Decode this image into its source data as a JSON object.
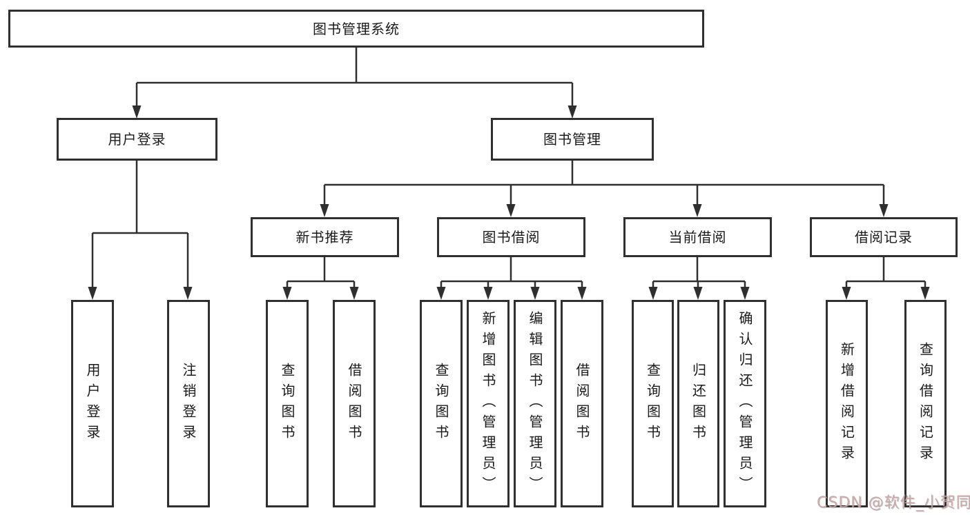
{
  "diagram_title": "图书管理系统",
  "tree": {
    "label": "图书管理系统",
    "children": [
      {
        "label": "用户登录",
        "children": [
          {
            "label": "用户登录"
          },
          {
            "label": "注销登录"
          }
        ]
      },
      {
        "label": "图书管理",
        "children": [
          {
            "label": "新书推荐",
            "children": [
              {
                "label": "查询图书"
              },
              {
                "label": "借阅图书"
              }
            ]
          },
          {
            "label": "图书借阅",
            "children": [
              {
                "label": "查询图书"
              },
              {
                "label": "新增图书（管理员）"
              },
              {
                "label": "编辑图书（管理员）"
              },
              {
                "label": "借阅图书"
              }
            ]
          },
          {
            "label": "当前借阅",
            "children": [
              {
                "label": "查询图书"
              },
              {
                "label": "归还图书"
              },
              {
                "label": "确认归还（管理员）"
              }
            ]
          },
          {
            "label": "借阅记录",
            "children": [
              {
                "label": "新增借阅记录"
              },
              {
                "label": "查询借阅记录"
              }
            ]
          }
        ]
      }
    ]
  },
  "watermark": {
    "text": "CSDN @软件_小贺同学",
    "color": "#c9a5a5"
  },
  "colors": {
    "line": "#2f2f2f",
    "box_border": "#2f2f2f",
    "box_fill": "#ffffff",
    "text": "#1a1a1a",
    "background": "#ffffff"
  }
}
